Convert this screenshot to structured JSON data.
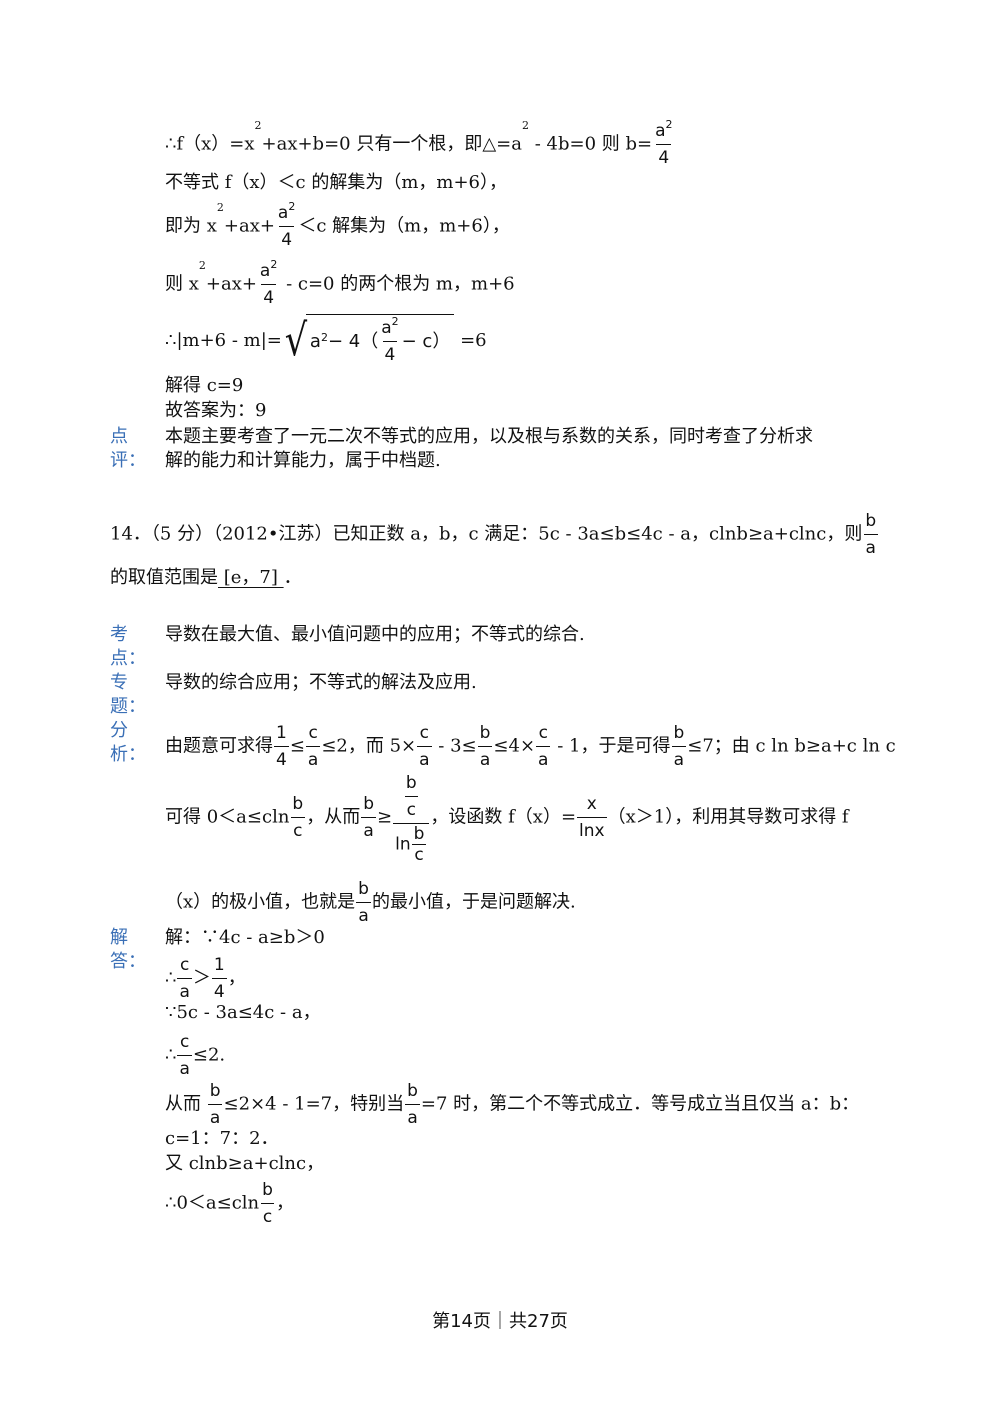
{
  "prev": {
    "l1a": "∴f（x）=x",
    "l1b": "+ax+b=0 只有一个根，即△=a",
    "l1c": " - 4b=0 则 b=",
    "l2": "不等式 f（x）＜c 的解集为（m，m+6），",
    "l3a": "即为 x",
    "l3b": "+ax+",
    "l3c": "＜c 解集为（m，m+6），",
    "l4a": "则 x",
    "l4b": "+ax+",
    "l4c": " - c=0 的两个根为 m，m+6",
    "l5a": "∴|m+6 - m|=",
    "l5b": "=6",
    "rad_a": "a",
    "rad_minus": " − 4（",
    "rad_c": " − c）",
    "l6": "解得 c=9",
    "l7": "故答案为：9",
    "dp_label1": "点",
    "dp_label2": "评：",
    "dp_text1": "本题主要考查了一元二次不等式的应用，以及根与系数的关系，同时考查了分析求",
    "dp_text2": "解的能力和计算能力，属于中档题."
  },
  "sym": {
    "sq": "2",
    "a": "a",
    "b": "b",
    "c": "c",
    "one": "1",
    "four": "4",
    "x": "x",
    "lnx": "lnx",
    "ln": "ln"
  },
  "q14": {
    "head": "14．（5 分）（2012•江苏）已知正数 a，b，c 满足：5c - 3a≤b≤4c - a，clnb≥a+clnc，则",
    "tail_a": "的取值范围是",
    "answer": "  [e，7]  ",
    "tail_b": "．"
  },
  "kd": {
    "label1": "考",
    "label2": "点：",
    "text": "导数在最大值、最小值问题中的应用；不等式的综合."
  },
  "zt": {
    "label1": "专",
    "label2": "题：",
    "text": "导数的综合应用；不等式的解法及应用."
  },
  "fx": {
    "label1": "分",
    "label2": "析：",
    "l1a": "由题意可求得",
    "l1b": "≤",
    "l1c": "≤2，而 5×",
    "l1d": " - 3≤",
    "l1e": "≤4×",
    "l1f": " - 1，于是可得",
    "l1g": "≤7；由 c ln b≥a+c ln c",
    "l2a": "可得 0＜a≤cln",
    "l2b": "，从而",
    "l2c": "≥",
    "l2d": "，设函数 f（x）=",
    "l2e": "（x＞1），利用其导数可求得 f",
    "l3a": "（x）的极小值，也就是",
    "l3b": "的最小值，于是问题解决."
  },
  "jd": {
    "label1": "解",
    "label2": "答：",
    "l1": "解：∵4c - a≥b＞0",
    "l2a": "∴",
    "l2b": "＞",
    "l2c": "，",
    "l3": "∵5c - 3a≤4c - a，",
    "l4a": "∴",
    "l4b": "≤2.",
    "l5a": "从而 ",
    "l5b": "≤2×4 - 1=7，特别当",
    "l5c": "=7 时，第二个不等式成立．等号成立当且仅当 a：b：",
    "l6": "c=1：7：2．",
    "l7": "又 clnb≥a+clnc，",
    "l8a": "∴0＜a≤cln",
    "l8b": "，"
  },
  "footer": {
    "text": "第14页｜共27页"
  }
}
